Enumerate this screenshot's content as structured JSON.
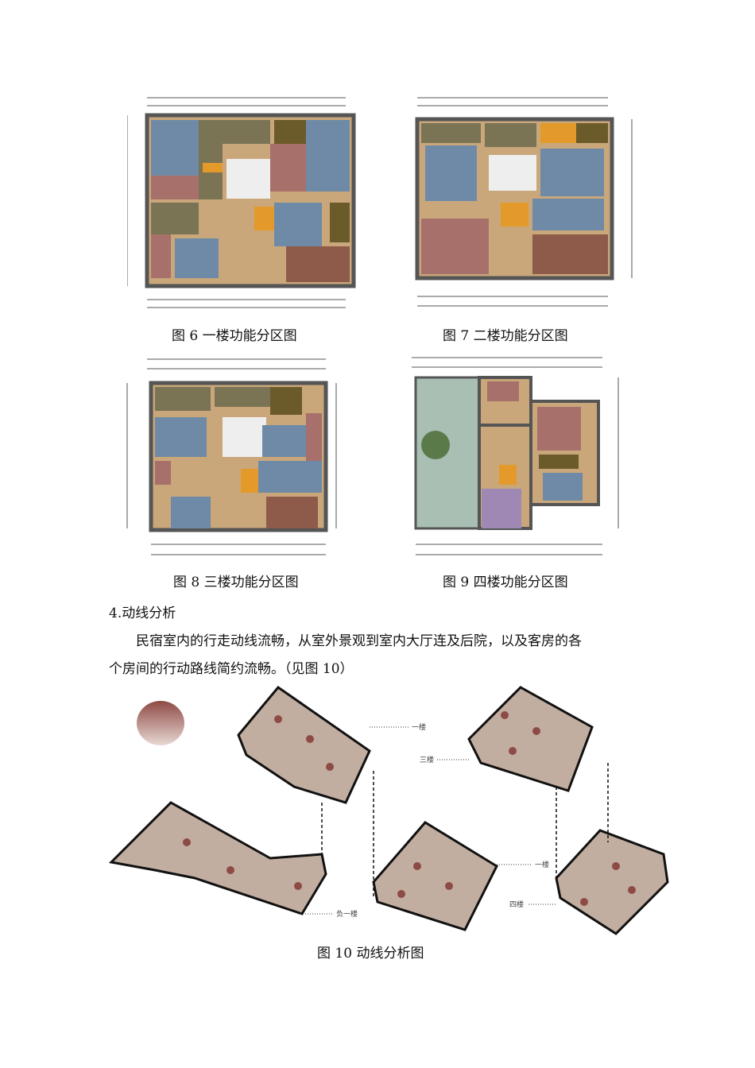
{
  "figures": [
    {
      "caption": "图 6  一楼功能分区图"
    },
    {
      "caption": "图 7 二楼功能分区图"
    },
    {
      "caption": "图 8 三楼功能分区图"
    },
    {
      "caption": "图 9 四楼功能分区图"
    }
  ],
  "section": {
    "heading": "4.动线分析",
    "paragraph_line1": "民宿室内的行走动线流畅，从室外景观到室内大厅连及后院，以及客房的各",
    "paragraph_line2": "个房间的行动路线简约流畅。（见图 10）"
  },
  "figure10": {
    "caption": "图 10 动线分析图",
    "labels": [
      "一楼",
      "三楼",
      "一楼",
      "四楼",
      "负一楼"
    ]
  },
  "colors": {
    "wall": "#555555",
    "bedroom_blue": "#6f8aa6",
    "wood": "#c9a77a",
    "olive": "#7a7454",
    "orange": "#e39a2a",
    "rose": "#a7706a",
    "mauve": "#9f88b4",
    "garden": "#a9bfb4",
    "route_dot": "#8e4a44"
  }
}
